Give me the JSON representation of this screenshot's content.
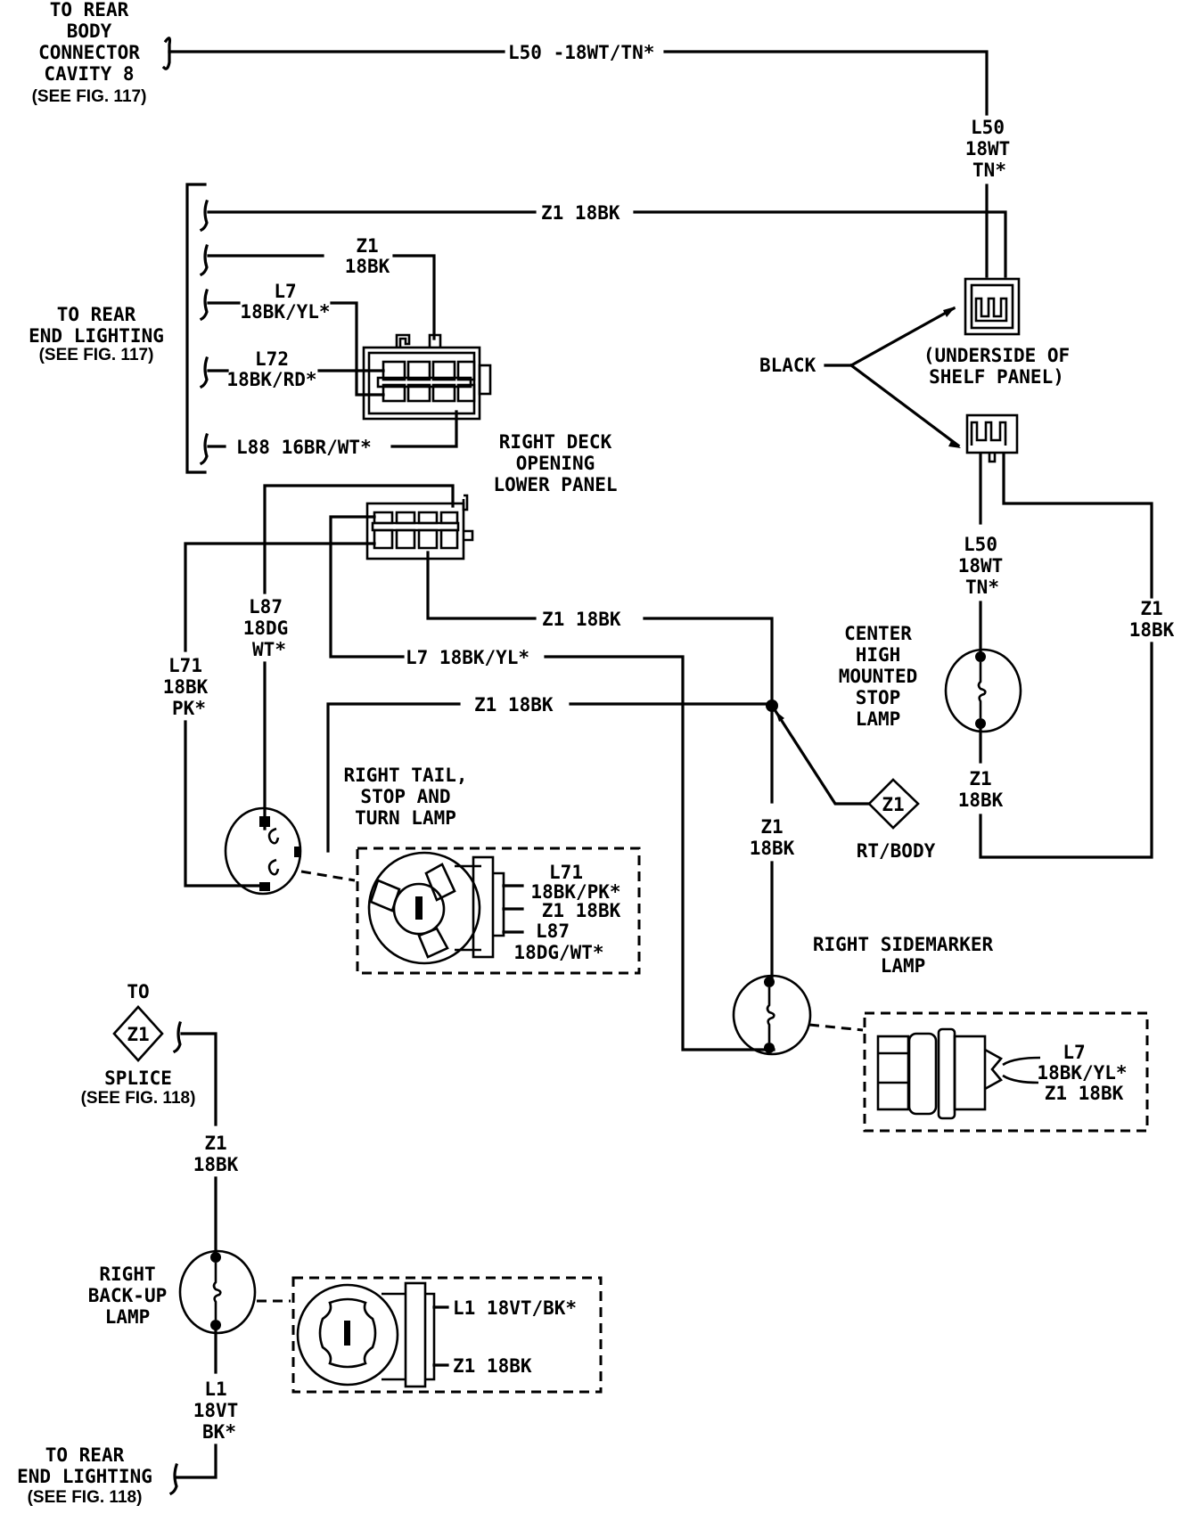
{
  "diagram": {
    "background": "#ffffff",
    "ink": "#000000",
    "connectors": {
      "rear_body": {
        "lines": [
          "TO REAR",
          "BODY",
          "CONNECTOR",
          "CAVITY 8"
        ],
        "ref": "(SEE FIG. 117)"
      },
      "rear_end_lighting_117": {
        "lines": [
          "TO REAR",
          "END LIGHTING"
        ],
        "ref": "(SEE FIG. 117)"
      },
      "splice_118": {
        "top": "TO",
        "symbol": "Z1",
        "lines": [
          "SPLICE"
        ],
        "ref": "(SEE FIG. 118)"
      },
      "rear_end_lighting_118": {
        "lines": [
          "TO REAR",
          "END LIGHTING"
        ],
        "ref": "(SEE FIG. 118)"
      },
      "black": "BLACK",
      "underside": [
        "(UNDERSIDE OF",
        "SHELF PANEL)"
      ],
      "deck_panel": [
        "RIGHT DECK",
        "OPENING",
        "LOWER PANEL"
      ],
      "ground": {
        "symbol": "Z1",
        "label": "RT/BODY"
      }
    },
    "wires": {
      "l50_top": "L50 -18WT/TN*",
      "l50_vert": [
        "L50",
        "18WT",
        "TN*"
      ],
      "z1_top": "Z1 18BK",
      "z1_stack": [
        "Z1",
        "18BK"
      ],
      "l7_stack": [
        "L7",
        "18BK/YL*"
      ],
      "l72_stack": [
        "L72",
        "18BK/RD*"
      ],
      "l88": "L88 16BR/WT*",
      "l87_stack": [
        "L87",
        "18DG",
        "WT*"
      ],
      "l71_stack": [
        "L71",
        "18BK",
        "PK*"
      ],
      "z1_mid": "Z1 18BK",
      "l7_mid": "L7 18BK/YL*",
      "z1_low": "Z1 18BK",
      "l50_lower": [
        "L50",
        "18WT",
        "TN*"
      ],
      "z1_right": [
        "Z1",
        "18BK"
      ],
      "z1_chmsl_bottom": [
        "Z1",
        "18BK"
      ],
      "z1_splice_vert": [
        "Z1",
        "18BK"
      ],
      "z1_backup": [
        "Z1",
        "18BK"
      ],
      "l1_backup": [
        "L1",
        "18VT",
        "BK*"
      ]
    },
    "lamps": {
      "chmsl": [
        "CENTER",
        "HIGH",
        "MOUNTED",
        "STOP",
        "LAMP"
      ],
      "tail": [
        "RIGHT TAIL,",
        "STOP AND",
        "TURN LAMP"
      ],
      "tail_detail": {
        "l71": [
          "L71",
          "18BK/PK*"
        ],
        "z1": "Z1 18BK",
        "l87": [
          "L87",
          "18DG/WT*"
        ]
      },
      "sidemarker": [
        "RIGHT SIDEMARKER",
        "LAMP"
      ],
      "sidemarker_detail": {
        "l7": [
          "L7",
          "18BK/YL*"
        ],
        "z1": "Z1 18BK"
      },
      "backup": [
        "RIGHT",
        "BACK-UP",
        "LAMP"
      ],
      "backup_detail": {
        "l1": "L1 18VT/BK*",
        "z1": "Z1 18BK"
      }
    }
  }
}
